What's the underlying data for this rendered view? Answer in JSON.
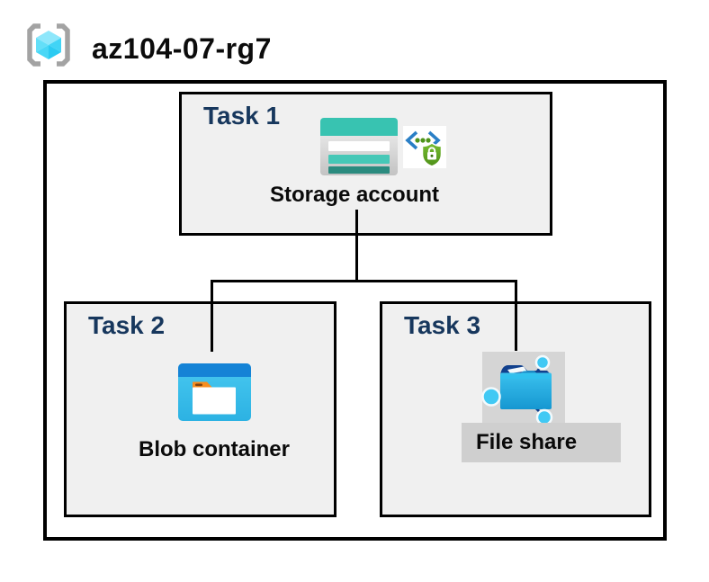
{
  "header": {
    "resource_group_name": "az104-07-rg7",
    "icon": "resource-group-icon"
  },
  "tasks": [
    {
      "id": "task1",
      "label": "Task 1",
      "item": "Storage account",
      "icons": [
        "storage-account-icon",
        "sas-lock-icon"
      ]
    },
    {
      "id": "task2",
      "label": "Task 2",
      "item": "Blob container",
      "icons": [
        "blob-container-icon"
      ]
    },
    {
      "id": "task3",
      "label": "Task 3",
      "item": "File share",
      "icons": [
        "file-share-icon"
      ]
    }
  ],
  "connections": [
    {
      "from": "Storage account",
      "to": "Blob container"
    },
    {
      "from": "Storage account",
      "to": "File share"
    }
  ],
  "colors": {
    "task_label": "#17375d",
    "task_box_bg": "#f0f0f0",
    "border": "#000000",
    "storage_teal": "#38c3b1",
    "storage_teal_dark": "#2b8b7f",
    "blob_header_blue": "#1583d6",
    "blob_body_cyan": "#3cc0ec",
    "folder_tab_orange": "#f78d1e",
    "file_share_navy": "#11408d",
    "file_share_cyan": "#2ab3e5",
    "node_cyan": "#41c9f4",
    "shield_green": "#61a624",
    "bracket_gray": "#a3a3a3",
    "gray_highlight": "#d5d5d5"
  }
}
